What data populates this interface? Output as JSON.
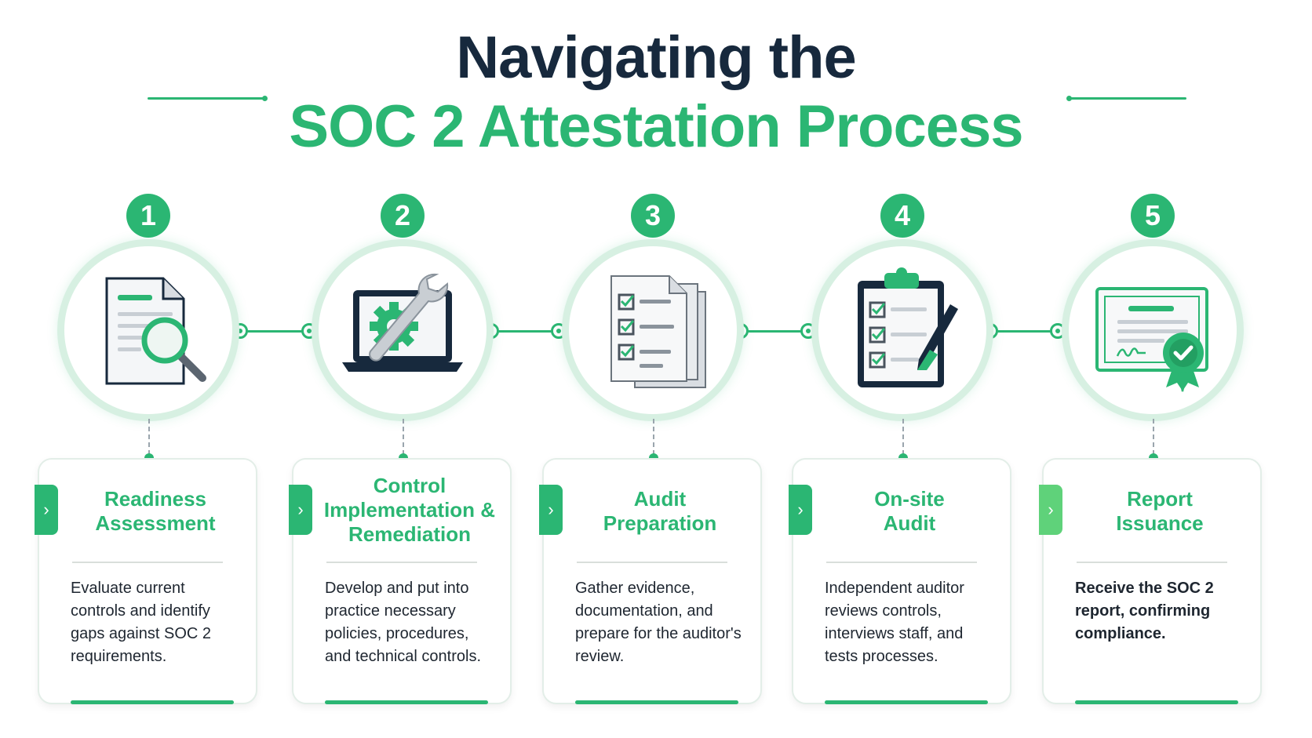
{
  "title": {
    "line1": "Navigating the",
    "line2": "SOC 2 Attestation Process"
  },
  "colors": {
    "accent": "#2bb673",
    "dark": "#17293d",
    "ring": "#d7f0e2"
  },
  "steps": [
    {
      "number": "1",
      "icon": "document-magnifier-icon",
      "title_lines": [
        "Readiness",
        "Assessment"
      ],
      "description": "Evaluate current controls and identify gaps against SOC 2 requirements."
    },
    {
      "number": "2",
      "icon": "laptop-gear-wrench-icon",
      "title_lines": [
        "Control",
        "Implementation &",
        "Remediation"
      ],
      "description": "Develop and put into practice necessary policies, procedures, and technical controls."
    },
    {
      "number": "3",
      "icon": "checklist-documents-icon",
      "title_lines": [
        "Audit",
        "Preparation"
      ],
      "description": "Gather evidence, documentation, and prepare for the auditor's review."
    },
    {
      "number": "4",
      "icon": "clipboard-pen-icon",
      "title_lines": [
        "On-site",
        "Audit"
      ],
      "description": "Independent auditor reviews controls, interviews staff, and tests processes."
    },
    {
      "number": "5",
      "icon": "certificate-badge-icon",
      "title_lines": [
        "Report",
        "Issuance"
      ],
      "description": "Receive the SOC 2 report, confirming compliance."
    }
  ],
  "card_tab_glyph": "›"
}
